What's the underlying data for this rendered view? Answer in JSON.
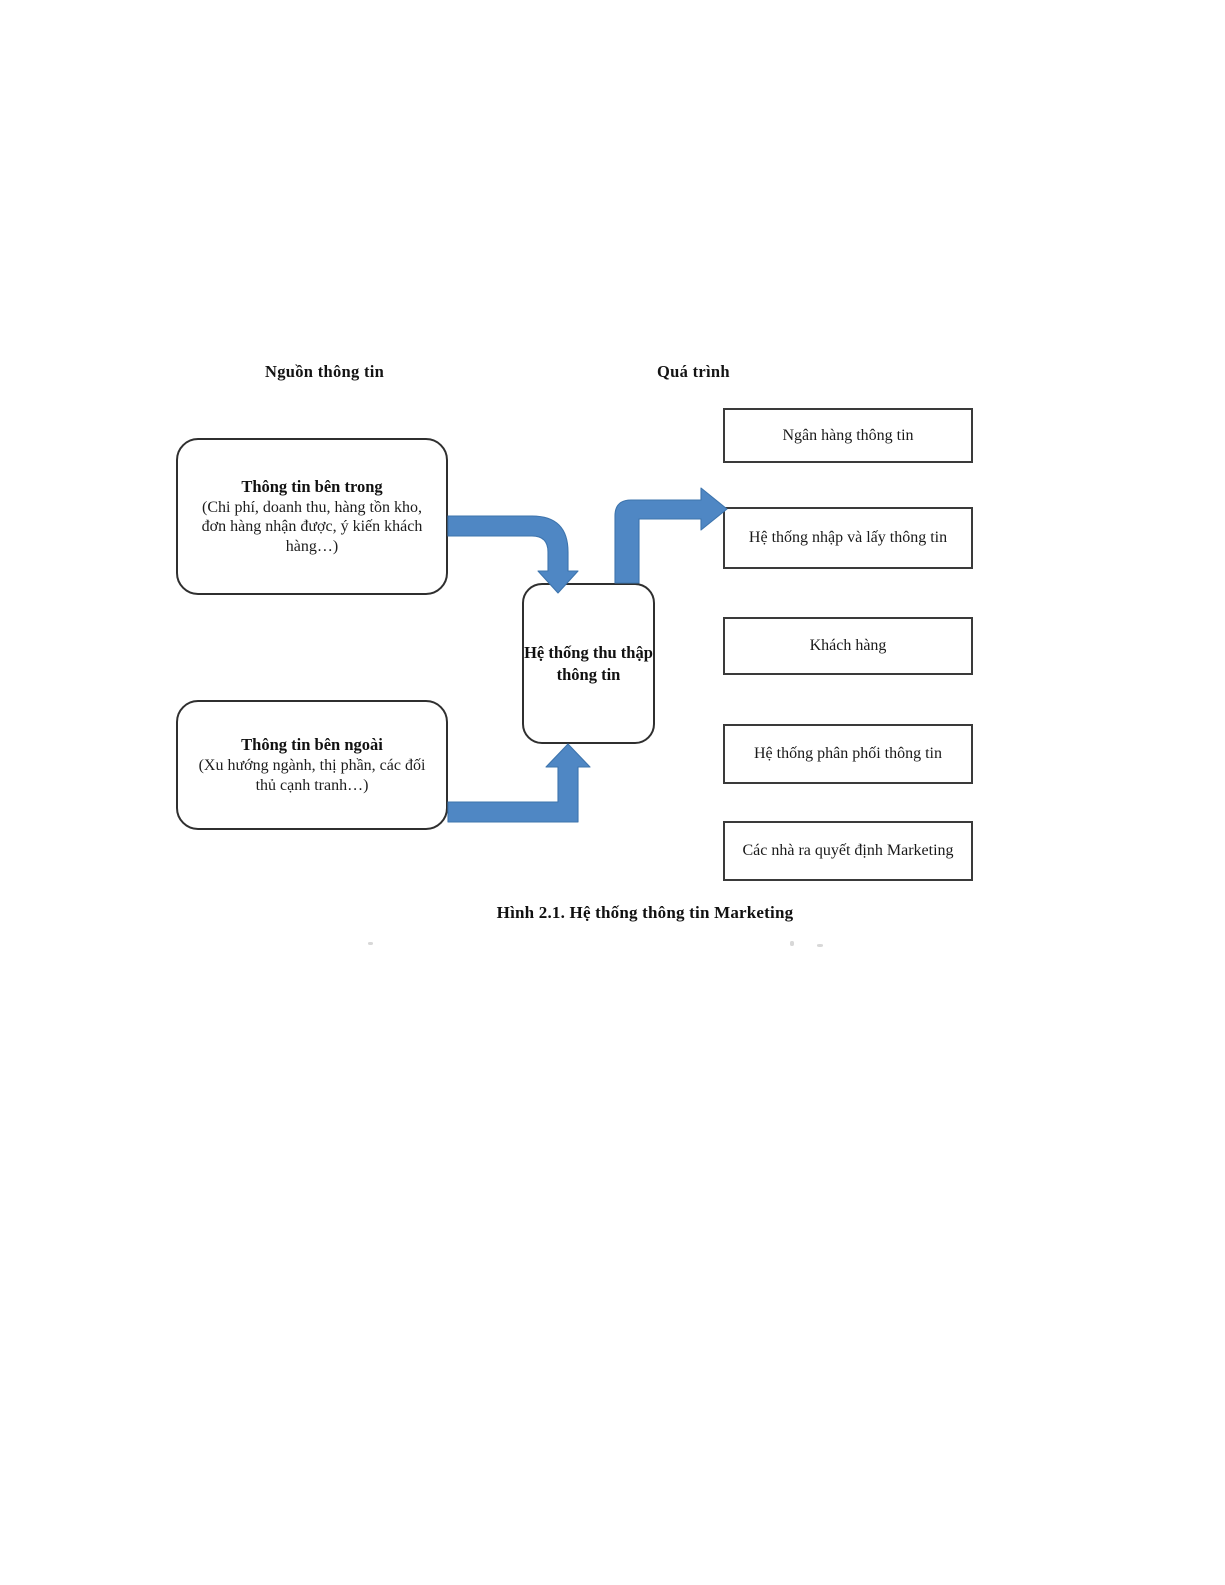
{
  "figure": {
    "caption": "Hình 2.1. Hệ thống thông tin Marketing",
    "accent_color": "#4f87c4",
    "border_color": "#2f2f2f",
    "background_color": "#ffffff"
  },
  "headers": {
    "source": "Nguồn thông tin",
    "process": "Quá trình"
  },
  "source_boxes": [
    {
      "id": "internal",
      "title": "Thông tin bên trong",
      "detail": "(Chi phí, doanh thu, hàng tồn kho, đơn hàng nhận được, ý kiến khách hàng…)"
    },
    {
      "id": "external",
      "title": "Thông tin bên ngoài",
      "detail": "(Xu hướng ngành, thị phần, các đối thủ cạnh tranh…)"
    }
  ],
  "center_box": {
    "id": "collect",
    "title": "Hệ thống thu thập thông tin"
  },
  "process_boxes": [
    {
      "id": "bank",
      "label": "Ngân hàng thông tin"
    },
    {
      "id": "io",
      "label": "Hệ thống nhập và lấy thông tin"
    },
    {
      "id": "customer",
      "label": "Khách hàng"
    },
    {
      "id": "dist",
      "label": "Hệ thống phân phối thông tin"
    },
    {
      "id": "decision",
      "label": "Các nhà ra quyết định Marketing"
    }
  ],
  "arrows": [
    {
      "id": "internal-to-collect",
      "from": "internal",
      "to": "collect",
      "shape": "elbow-right-down"
    },
    {
      "id": "external-to-collect",
      "from": "external",
      "to": "collect",
      "shape": "elbow-right-up"
    },
    {
      "id": "collect-to-io",
      "from": "collect",
      "to": "io",
      "shape": "elbow-up-right"
    }
  ]
}
